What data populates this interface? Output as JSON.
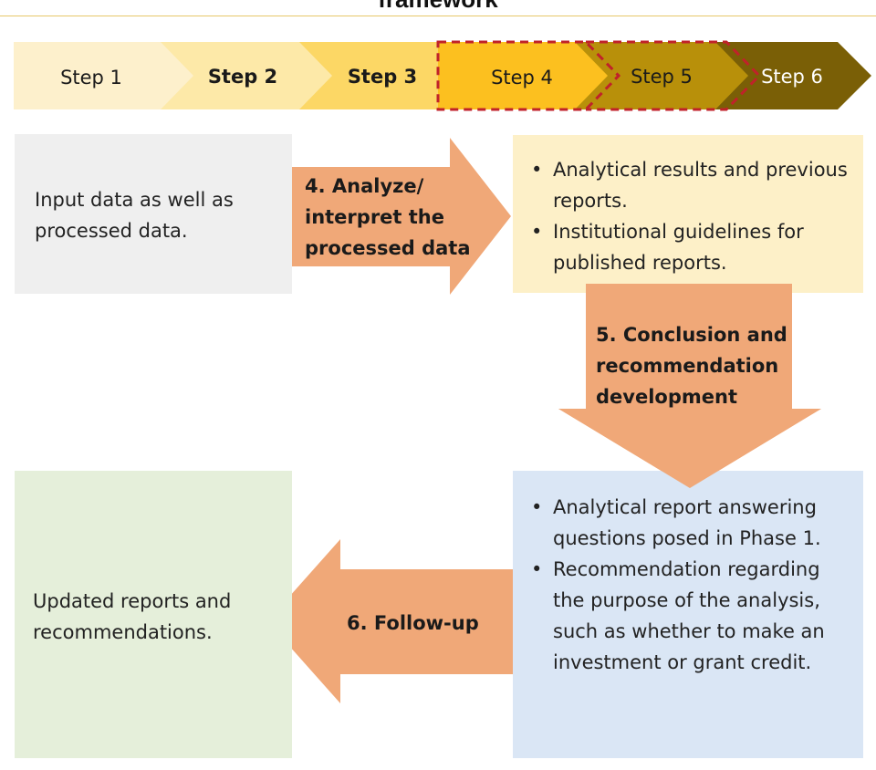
{
  "title": "framework",
  "steps": [
    {
      "label": "Step 1",
      "bold": false
    },
    {
      "label": "Step 2",
      "bold": true
    },
    {
      "label": "Step 3",
      "bold": true
    },
    {
      "label": "Step 4",
      "bold": false
    },
    {
      "label": "Step 5",
      "bold": false
    },
    {
      "label": "Step 6",
      "bold": false
    }
  ],
  "colors": {
    "step1": "#fdf0cc",
    "step2": "#fde9a8",
    "step3": "#fcd765",
    "step4": "#fcc01f",
    "step5": "#b8900a",
    "step6": "#7a5f06",
    "highlight_border": "#c0222a",
    "input_box": "#efefef",
    "inputs_box": "#fdf0c8",
    "report_box": "#dae6f5",
    "updated_box": "#e5efda",
    "arrow": "#f0a878"
  },
  "boxes": {
    "input_data": "Input data as well as processed data.",
    "analysis_inputs": [
      "Analytical results and previous reports.",
      "Institutional guidelines for published reports."
    ],
    "report": [
      "Analytical report answering questions posed in Phase 1.",
      "Recommendation regarding the purpose of the analysis, such as whether to make an investment or grant credit."
    ],
    "updated": "Updated reports and recommendations."
  },
  "arrows": {
    "analyze": "4. Analyze/ interpret the processed data",
    "conclusion": "5. Conclusion and recommendation development",
    "followup": "6. Follow-up"
  }
}
